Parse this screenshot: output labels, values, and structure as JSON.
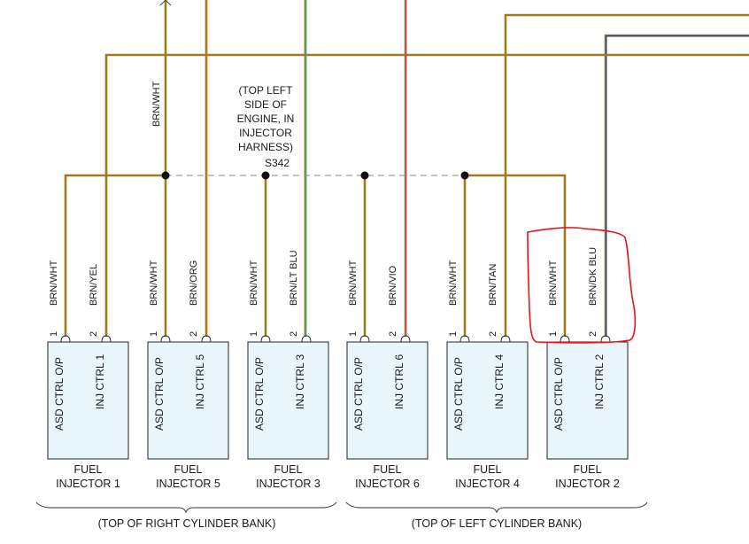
{
  "splice": {
    "lines": [
      "(TOP LEFT",
      "SIDE OF",
      "ENGINE, IN",
      "INJECTOR",
      "HARNESS)",
      "S342"
    ]
  },
  "top_wire_label": "BRN/WHT",
  "injectors": [
    {
      "name": "FUEL",
      "number": "INJECTOR 1",
      "pin1": "1",
      "pin2": "2",
      "pin1_circuit": "ASD CTRL O/P",
      "pin2_circuit": "INJ CTRL 1",
      "wire1": "BRN/WHT",
      "wire2": "BRN/YEL"
    },
    {
      "name": "FUEL",
      "number": "INJECTOR 5",
      "pin1": "1",
      "pin2": "2",
      "pin1_circuit": "ASD CTRL O/P",
      "pin2_circuit": "INJ CTRL 5",
      "wire1": "BRN/WHT",
      "wire2": "BRN/ORG"
    },
    {
      "name": "FUEL",
      "number": "INJECTOR 3",
      "pin1": "1",
      "pin2": "2",
      "pin1_circuit": "ASD CTRL O/P",
      "pin2_circuit": "INJ CTRL 3",
      "wire1": "BRN/WHT",
      "wire2": "BRN/LT BLU"
    },
    {
      "name": "FUEL",
      "number": "INJECTOR 6",
      "pin1": "1",
      "pin2": "2",
      "pin1_circuit": "ASD CTRL O/P",
      "pin2_circuit": "INJ CTRL 6",
      "wire1": "BRN/WHT",
      "wire2": "BRN/VIO"
    },
    {
      "name": "FUEL",
      "number": "INJECTOR 4",
      "pin1": "1",
      "pin2": "2",
      "pin1_circuit": "ASD CTRL O/P",
      "pin2_circuit": "INJ CTRL 4",
      "wire1": "BRN/WHT",
      "wire2": "BRN/TAN"
    },
    {
      "name": "FUEL",
      "number": "INJECTOR 2",
      "pin1": "1",
      "pin2": "2",
      "pin1_circuit": "ASD CTRL O/P",
      "pin2_circuit": "INJ CTRL 2",
      "wire1": "BRN/WHT",
      "wire2": "BRN/DK BLU"
    }
  ],
  "banks": {
    "right": "(TOP OF RIGHT CYLINDER BANK)",
    "left": "(TOP OF LEFT CYLINDER BANK)"
  },
  "colors": {
    "brown_wire": "#a07a1e",
    "orange_stripe": "#e07b1a",
    "blue_stripe": "#4aa8d8",
    "green_stripe": "#2f9b3a",
    "violet_stripe": "#c8386e",
    "dark_blue_stripe": "#1e2a66",
    "injector_fill": "#e8f5fb",
    "annotation": "#e8141b"
  }
}
